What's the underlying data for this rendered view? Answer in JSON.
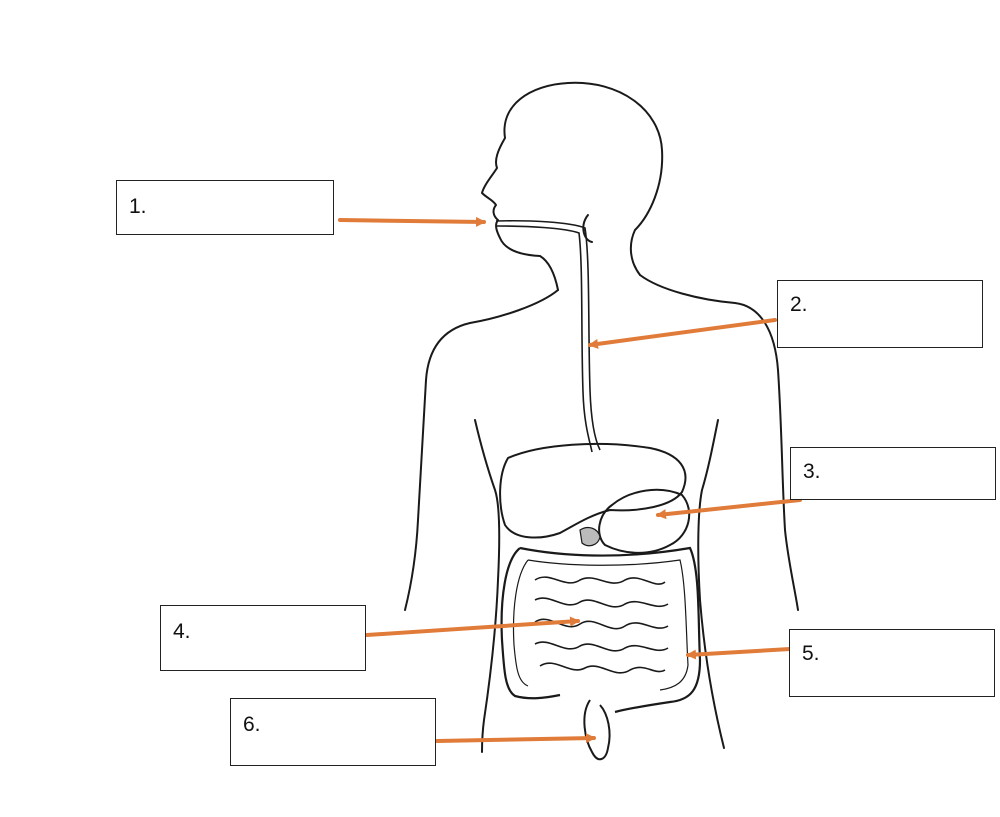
{
  "labels": [
    {
      "id": "1",
      "text": "1."
    },
    {
      "id": "2",
      "text": "2."
    },
    {
      "id": "3",
      "text": "3."
    },
    {
      "id": "4",
      "text": "4."
    },
    {
      "id": "5",
      "text": "5."
    },
    {
      "id": "6",
      "text": "6."
    }
  ],
  "colors": {
    "arrow": "#E07B39",
    "outline": "#1a1a1a",
    "box_border": "#222222"
  }
}
